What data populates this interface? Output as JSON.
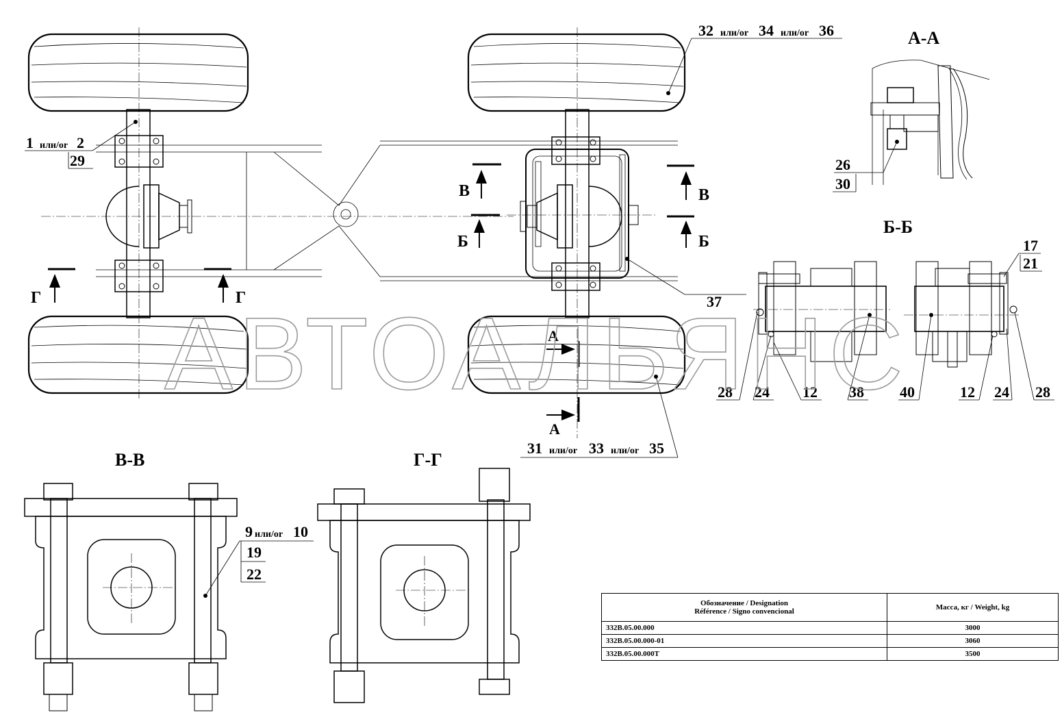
{
  "callouts": {
    "c1": "1",
    "c1_mid": "или/or",
    "c1_end": "2",
    "c29": "29",
    "c32": "32",
    "c32_or1": "или/or",
    "c34": "34",
    "c32_or2": "или/or",
    "c36": "36",
    "c37": "37",
    "c26": "26",
    "c30": "30",
    "c17": "17",
    "c21": "21",
    "c28a": "28",
    "c24a": "24",
    "c12a": "12",
    "c38": "38",
    "c40": "40",
    "c12b": "12",
    "c24b": "24",
    "c28b": "28",
    "c31": "31",
    "c31_or1": "или/or",
    "c33": "33",
    "c31_or2": "или/or",
    "c35": "35",
    "c9": "9",
    "c9_or": "или/or",
    "c10": "10",
    "c19": "19",
    "c22": "22"
  },
  "section_marks": {
    "A": "А",
    "B": "Б",
    "V": "В",
    "G": "Г"
  },
  "section_titles": {
    "aa": "А-А",
    "bb": "Б-Б",
    "vv": "В-В",
    "gg": "Г-Г"
  },
  "watermark": "АВТОАЛЬЯНС",
  "table": {
    "header_designation_line1": "Обозначение / Designation",
    "header_designation_line2": "Référence / Signo convencional",
    "header_mass": "Масса, кг / Weight, kg",
    "rows": [
      {
        "designation": "332В.05.00.000",
        "mass": "3000"
      },
      {
        "designation": "332В.05.00.000-01",
        "mass": "3060"
      },
      {
        "designation": "332В.05.00.000Т",
        "mass": "3500"
      }
    ]
  }
}
